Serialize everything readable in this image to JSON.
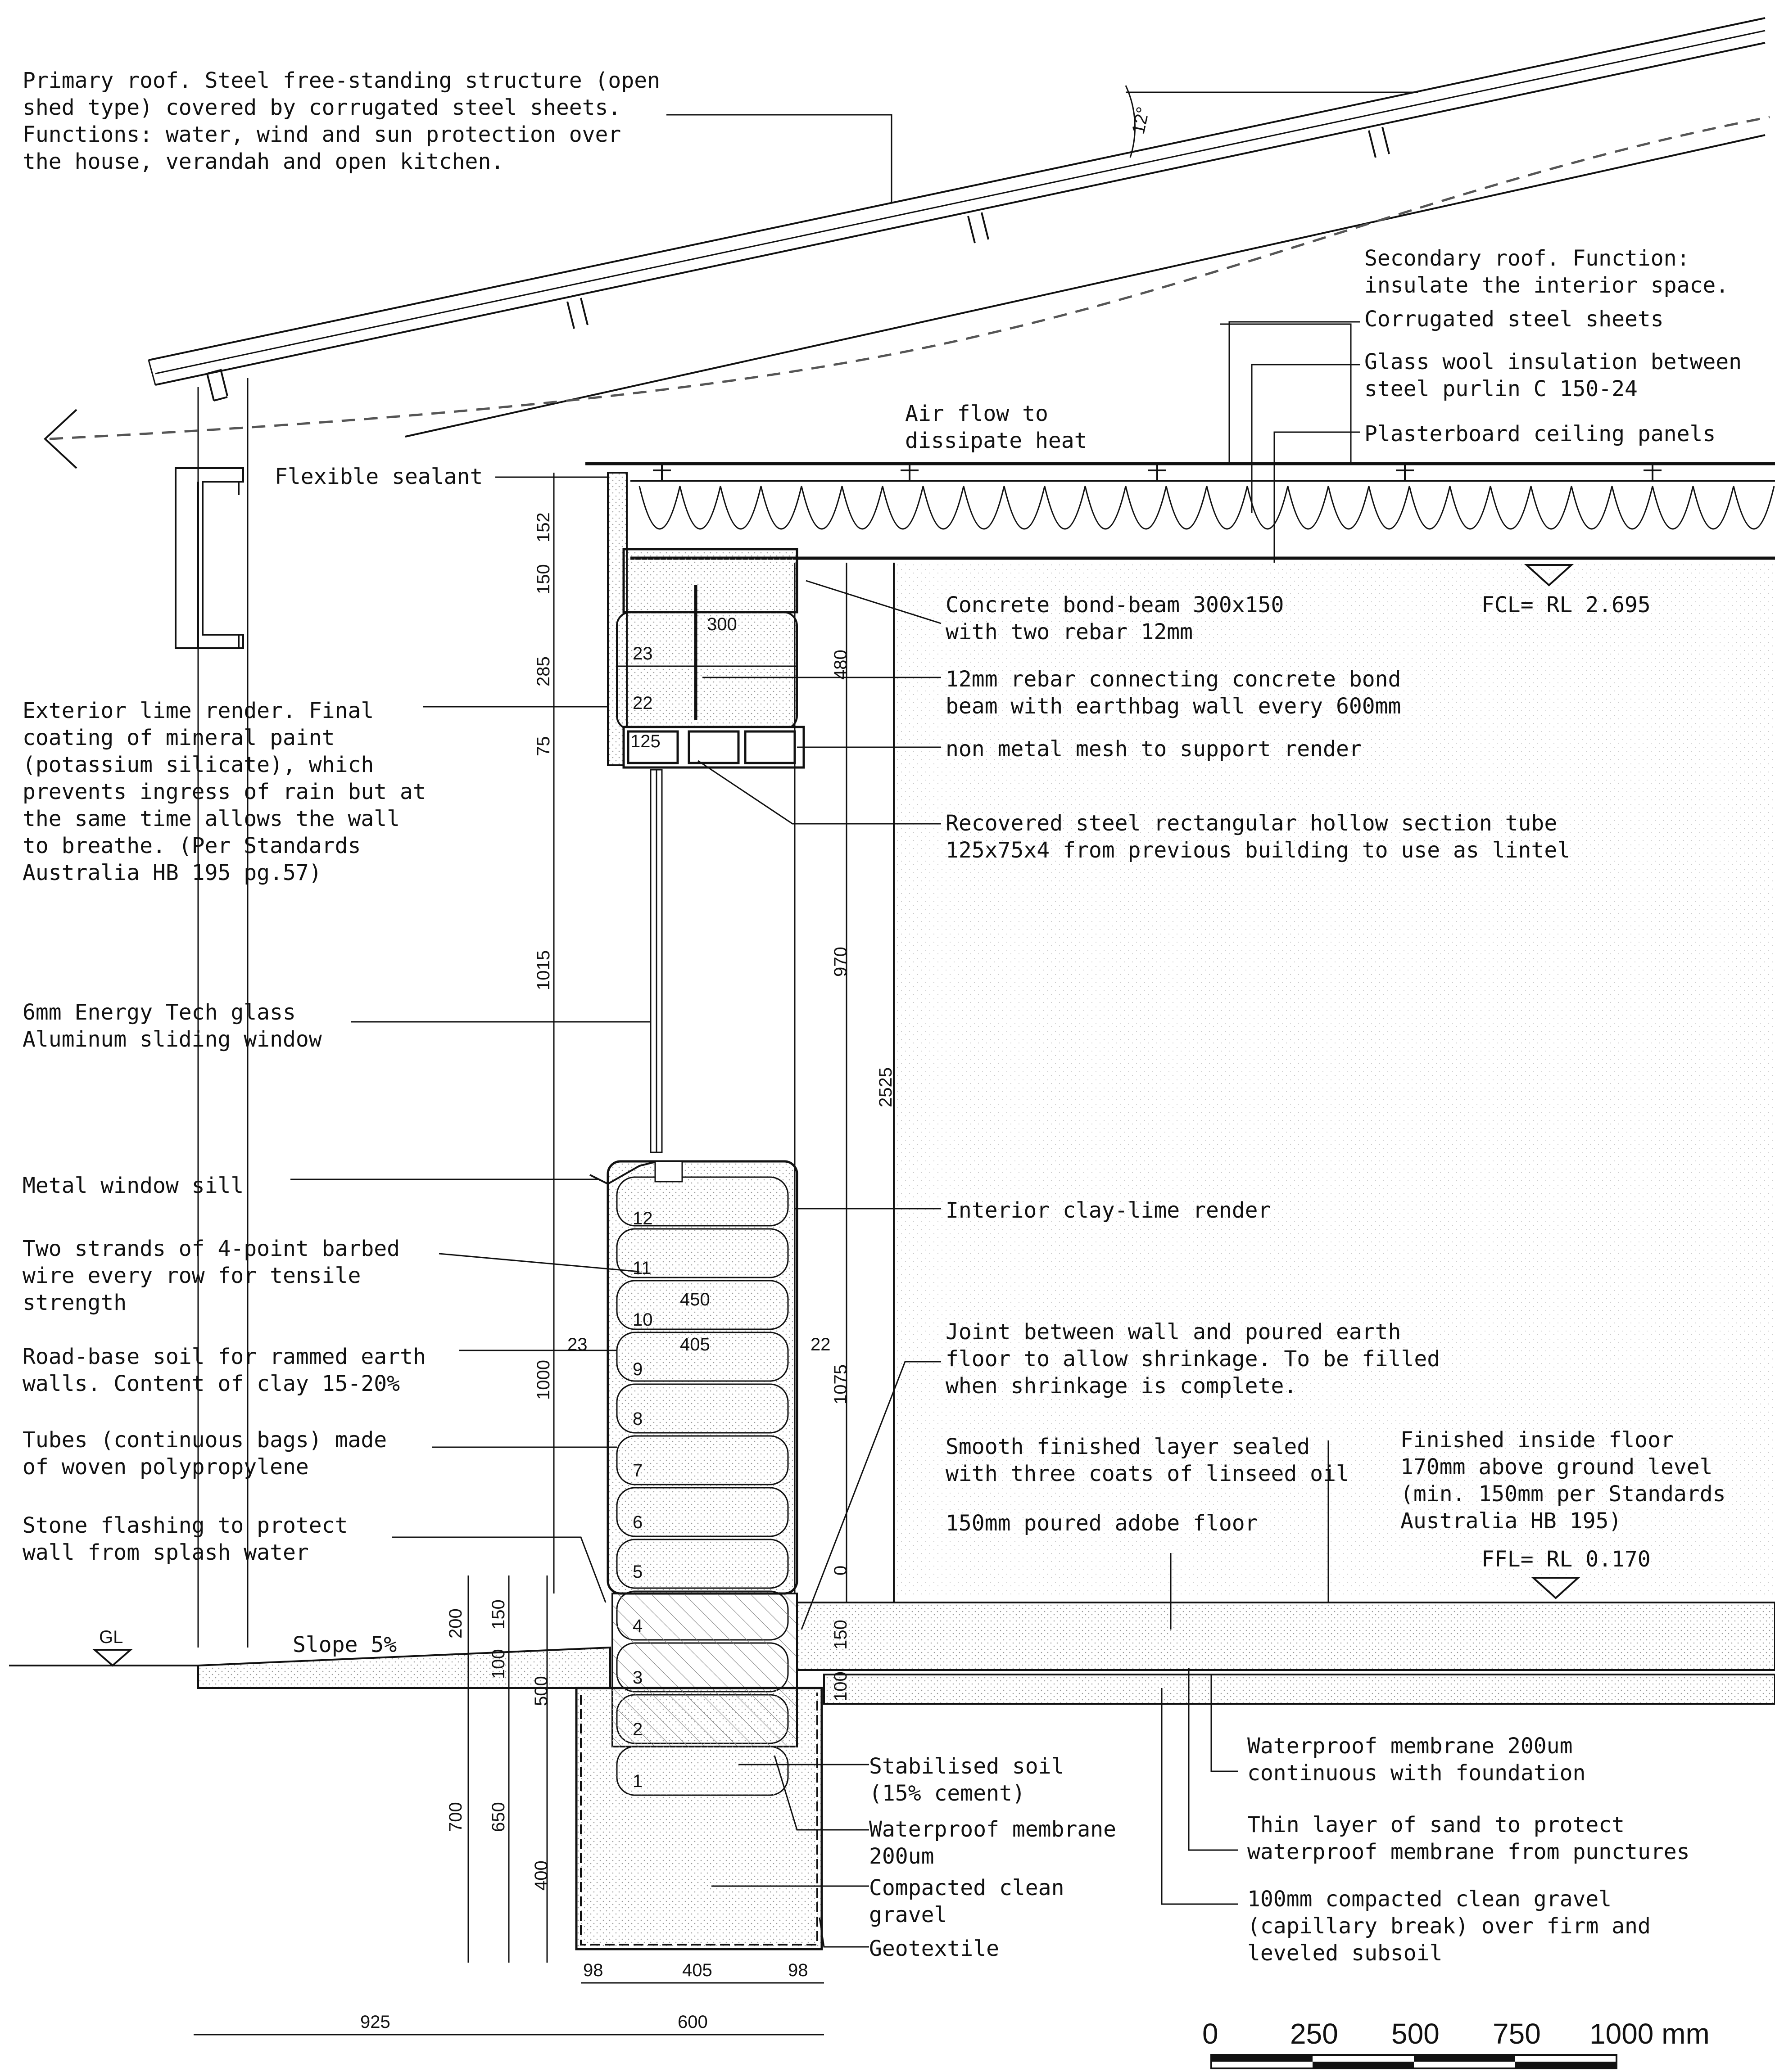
{
  "notes": {
    "primary_roof": [
      "Primary roof. Steel free-standing structure (open",
      "shed type) covered by corrugated steel sheets.",
      "Functions: water, wind and sun protection over",
      "the house, verandah and open kitchen."
    ],
    "secondary_roof": [
      "Secondary roof. Function:",
      "insulate the interior space."
    ],
    "corrugated": "Corrugated steel sheets",
    "glass_wool": [
      "Glass wool insulation between",
      "steel purlin C 150-24"
    ],
    "plasterboard": "Plasterboard ceiling panels",
    "air_flow": [
      "Air flow to",
      "dissipate heat"
    ],
    "flexible_sealant": "Flexible sealant",
    "bond_beam": [
      "Concrete bond-beam 300x150",
      "with two rebar 12mm"
    ],
    "rebar": [
      "12mm rebar connecting concrete bond",
      "beam with earthbag wall every 600mm"
    ],
    "mesh": "non metal mesh to support render",
    "lintel": [
      "Recovered steel rectangular hollow section tube",
      "125x75x4 from previous building to use as lintel"
    ],
    "exterior_render": [
      "Exterior lime render. Final",
      "coating of mineral paint",
      "(potassium silicate), which",
      "prevents ingress of rain but at",
      "the same time allows the wall",
      "to breathe. (Per Standards",
      "Australia HB 195 pg.57)"
    ],
    "window": [
      "6mm Energy Tech glass",
      "Aluminum sliding window"
    ],
    "sill": "Metal window sill",
    "interior_render": "Interior clay-lime render",
    "barbed_wire": [
      "Two strands of 4-point barbed",
      "wire every row for tensile",
      "strength"
    ],
    "road_base": [
      "Road-base soil for rammed earth",
      "walls. Content of clay 15-20%"
    ],
    "tubes": [
      "Tubes (continuous bags) made",
      "of woven polypropylene"
    ],
    "stone_flashing": [
      "Stone flashing to protect",
      "wall from splash water"
    ],
    "joint": [
      "Joint between wall and poured earth",
      "floor to allow shrinkage. To be filled",
      "when shrinkage is complete."
    ],
    "smooth_layer": [
      "Smooth finished layer sealed",
      "with three coats of linseed oil"
    ],
    "adobe_floor": "150mm poured adobe floor",
    "finished_floor": [
      "Finished inside floor",
      "170mm above ground level",
      "(min. 150mm per Standards",
      "Australia  HB 195)"
    ],
    "stabilised": [
      "Stabilised soil",
      "(15% cement)"
    ],
    "membrane_foot": [
      "Waterproof membrane",
      "200um"
    ],
    "gravel_foot": [
      "Compacted clean",
      "gravel"
    ],
    "geotextile": "Geotextile",
    "membrane_cont": [
      "Waterproof membrane 200um",
      "continuous with foundation"
    ],
    "sand": [
      "Thin layer of sand to protect",
      "waterproof membrane from punctures"
    ],
    "gravel_bed": [
      "100mm compacted clean gravel",
      "(capillary break) over firm and",
      "leveled subsoil"
    ]
  },
  "levels": {
    "fcl": "FCL= RL 2.695",
    "ffl": "FFL= RL 0.170",
    "gl": "GL",
    "slope": "Slope 5%",
    "angle": "12°"
  },
  "dims": {
    "d152": "152",
    "d150a": "150",
    "d285": "285",
    "d75": "75",
    "d1015": "1015",
    "d1000": "1000",
    "d480": "480",
    "d970": "970",
    "d2525": "2525",
    "d1075": "1075",
    "d0": "0",
    "d300": "300",
    "d125": "125",
    "d450": "450",
    "d405a": "405",
    "d23": "23",
    "d22": "22",
    "d200": "200",
    "d150b": "150",
    "d100a": "100",
    "d500": "500",
    "d700": "700",
    "d650": "650",
    "d400": "400",
    "d150c": "150",
    "d100b": "100",
    "d98a": "98",
    "d405b": "405",
    "d98b": "98",
    "d925": "925",
    "d600": "600"
  },
  "bags": [
    "23",
    "22",
    "12",
    "11",
    "10",
    "9",
    "8",
    "7",
    "6",
    "5",
    "4",
    "3",
    "2",
    "1"
  ],
  "scale_bar": {
    "labels": [
      "0",
      "250",
      "500",
      "750",
      "1000 mm"
    ]
  }
}
